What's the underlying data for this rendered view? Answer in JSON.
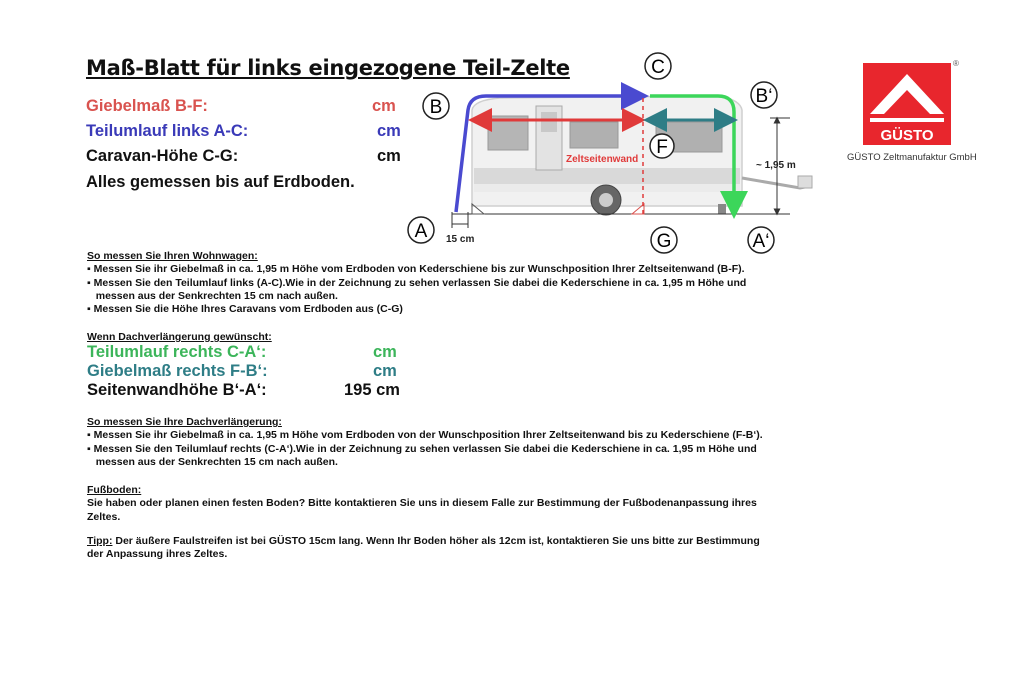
{
  "title": "Maß-Blatt für links eingezogene Teil-Zelte",
  "measures_top": [
    {
      "label": "Giebelmaß B-F:",
      "unit": "cm",
      "color": "#d9534f"
    },
    {
      "label": "Teilumlauf links A-C:",
      "unit": "cm",
      "color": "#3a3ab8"
    },
    {
      "label": "Caravan-Höhe C-G:",
      "unit": "cm",
      "color": "#111111"
    }
  ],
  "ground_note": "Alles gemessen bis auf Erdboden.",
  "diagram": {
    "points": {
      "A": "A",
      "B": "B",
      "C": "C",
      "F": "F",
      "G": "G",
      "B_prime": "B‘",
      "A_prime": "A‘"
    },
    "zeltseitenwand": "Zeltseitenwand",
    "height_label": "~ 1,95 m",
    "offset_label": "15 cm"
  },
  "logo": {
    "brand": "GÜSTO",
    "registered": "®",
    "company": "GÜSTO Zeltmanufaktur GmbH"
  },
  "section1": {
    "heading": "So messen Sie Ihren Wohnwagen:",
    "lines": [
      "▪ Messen Sie ihr Giebelmaß in ca. 1,95 m Höhe vom Erdboden von Kederschiene bis zur Wunschposition Ihrer Zeltseitenwand (B-F).",
      "▪ Messen Sie den Teilumlauf links (A-C).Wie in der Zeichnung zu sehen verlassen Sie dabei die Kederschiene in ca. 1,95 m Höhe und",
      "   messen aus der Senkrechten 15 cm nach außen.",
      "▪ Messen Sie die Höhe Ihres Caravans vom Erdboden aus (C-G)"
    ]
  },
  "section2_heading": "Wenn Dachverlängerung gewünscht:",
  "measures_bottom": [
    {
      "label": "Teilumlauf rechts C-A‘:",
      "unit": "cm",
      "color": "#3cb55a"
    },
    {
      "label": "Giebelmaß rechts F-B‘:",
      "unit": "cm",
      "color": "#2e7d86"
    },
    {
      "label": "Seitenwandhöhe B‘-A‘:",
      "unit": "195 cm",
      "color": "#111111"
    }
  ],
  "section3": {
    "heading": "So messen Sie Ihre Dachverlängerung:",
    "lines": [
      "▪ Messen Sie ihr Giebelmaß in ca. 1,95 m Höhe vom Erdboden von der Wunschposition Ihrer Zeltseitenwand bis zu Kederschiene (F-B‘).",
      "▪ Messen Sie den Teilumlauf rechts (C-A‘).Wie in der Zeichnung zu sehen verlassen Sie dabei die Kederschiene in ca. 1,95 m Höhe und",
      "   messen aus der Senkrechten 15 cm nach außen."
    ]
  },
  "fussboden": {
    "heading": "Fußboden:",
    "lines": [
      "Sie haben oder planen einen festen Boden? Bitte kontaktieren Sie uns in diesem Falle zur Bestimmung der Fußbodenanpassung ihres",
      "Zeltes."
    ]
  },
  "tipp": {
    "heading": "Tipp:",
    "line1": " Der äußere Faulstreifen ist bei GÜSTO 15cm lang. Wenn Ihr Boden höher als 12cm ist, kontaktieren Sie uns bitte zur Bestimmung",
    "line2": "der Anpassung ihres Zeltes."
  }
}
